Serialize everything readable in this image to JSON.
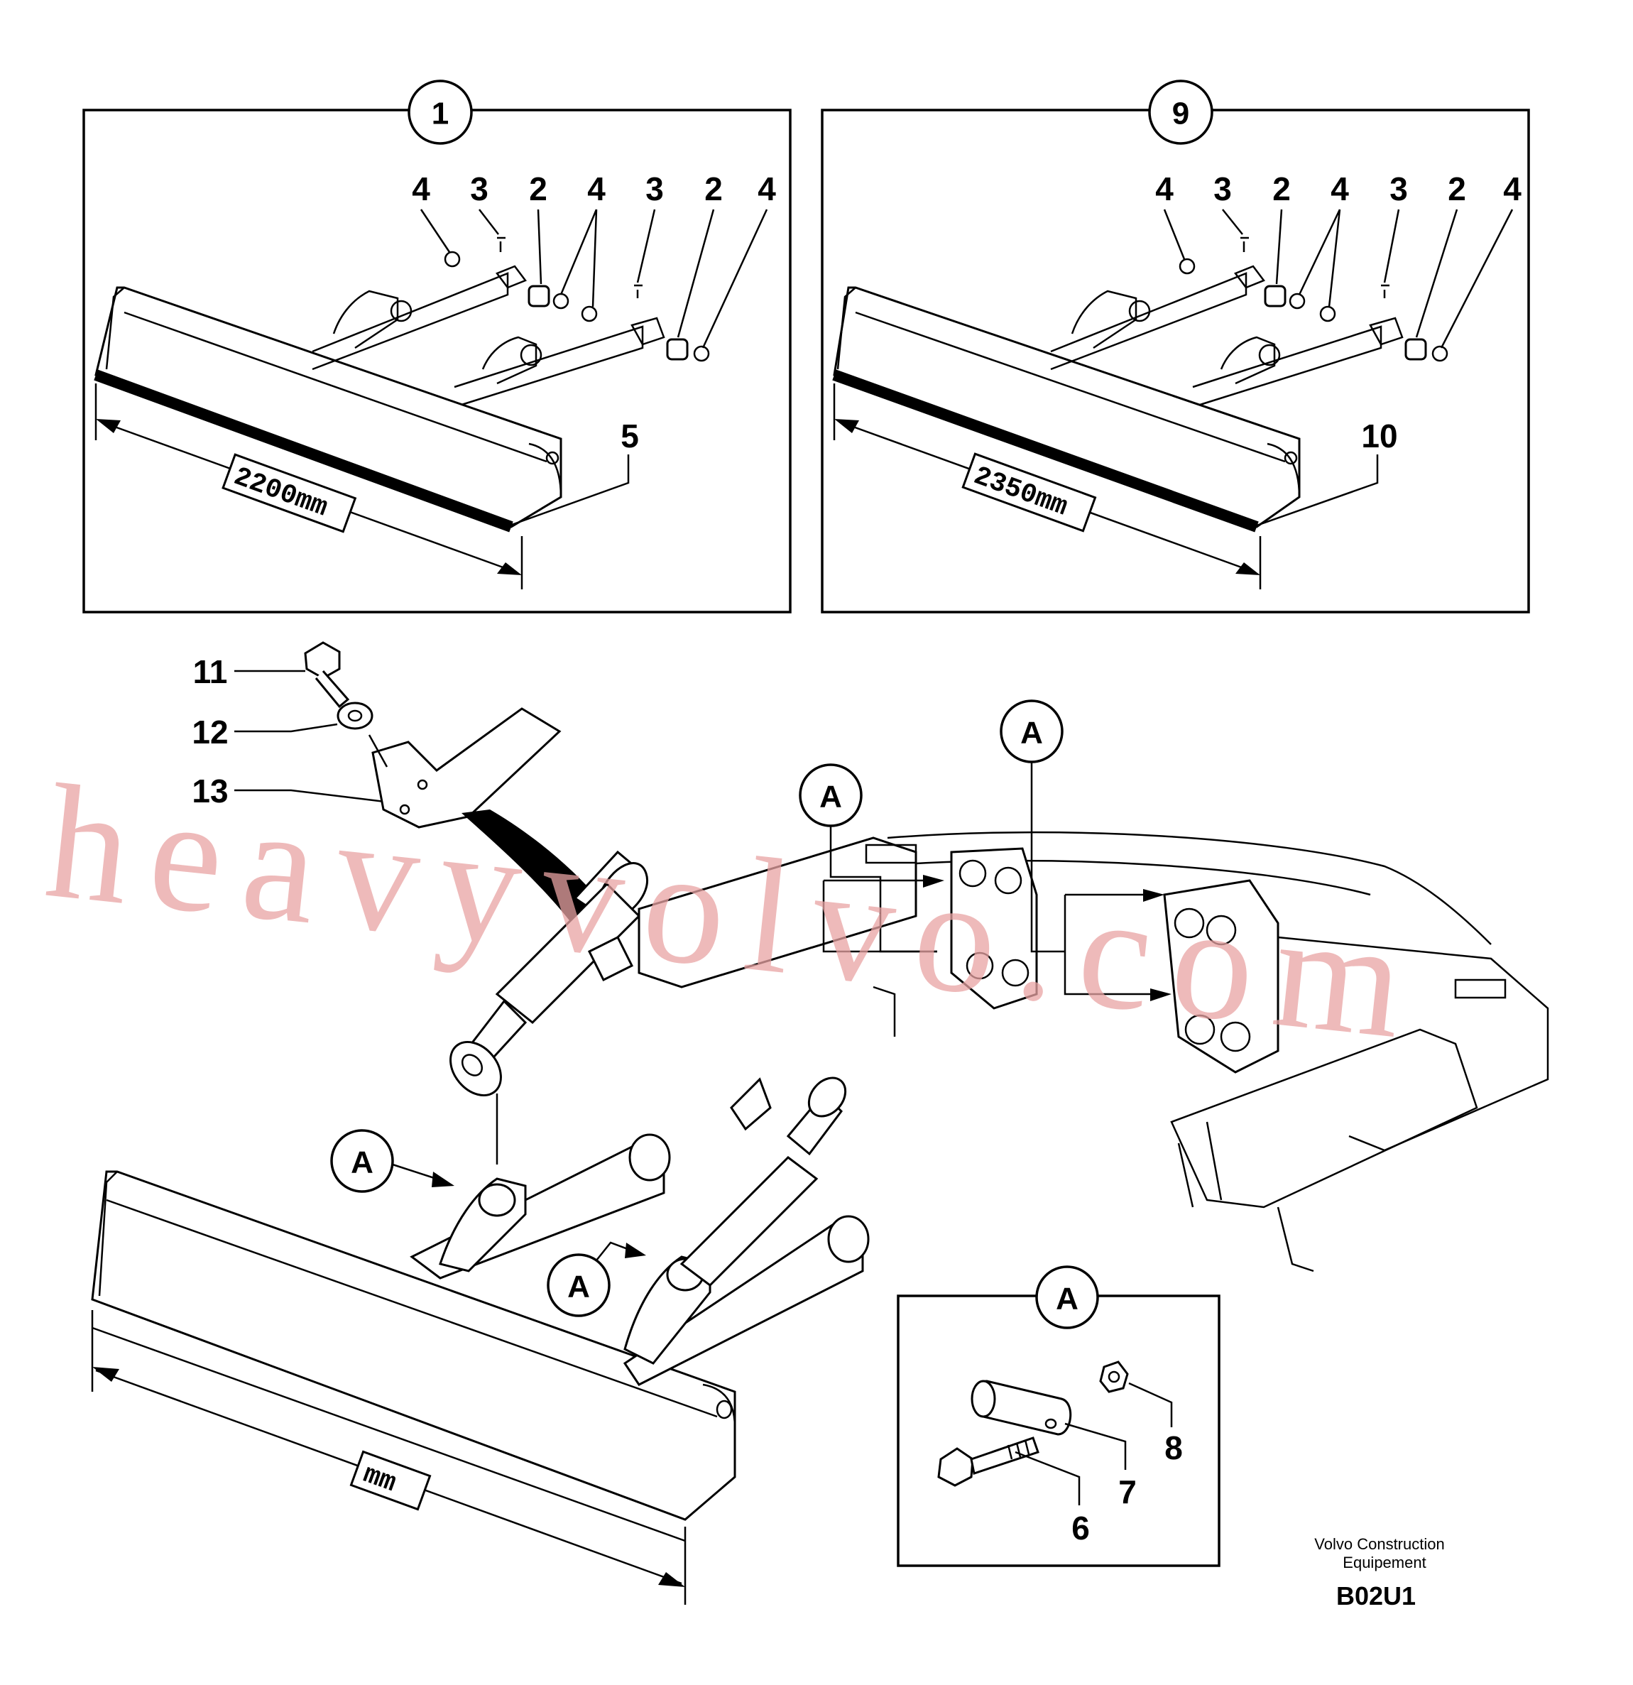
{
  "panels": {
    "left": {
      "circle_label": "1",
      "dimension": "2200mm",
      "edge_item": "5"
    },
    "right": {
      "circle_label": "9",
      "dimension": "2350mm",
      "edge_item": "10"
    }
  },
  "top_callouts": [
    "4",
    "3",
    "2",
    "4",
    "3",
    "2",
    "4"
  ],
  "hardware_callouts": {
    "bolt": "11",
    "washer": "12",
    "bracket": "13"
  },
  "detail_marker": "A",
  "main_dimension": "mm",
  "detail_callouts": {
    "bolt": "6",
    "pin": "7",
    "nut": "8"
  },
  "footer": {
    "company_line1": "Volvo Construction",
    "company_line2": "Equipement",
    "code": "B02U1"
  },
  "watermark": "heavyvolvo.com"
}
